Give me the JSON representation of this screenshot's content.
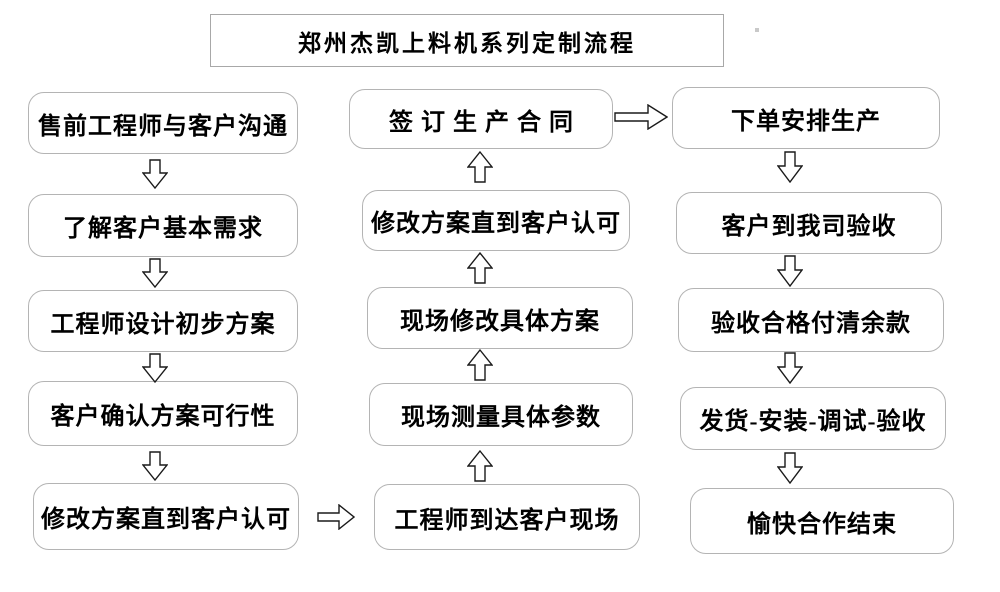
{
  "title": "郑州杰凯上料机系列定制流程",
  "colors": {
    "background": "#ffffff",
    "box_border": "#b4b4b4",
    "title_border": "#a8a8a8",
    "text": "#000000",
    "arrow_outline": "#1a1a1a",
    "arrow_fill": "#ffffff"
  },
  "flow": {
    "left_column": [
      "售前工程师与客户沟通",
      "了解客户基本需求",
      "工程师设计初步方案",
      "客户确认方案可行性",
      "修改方案直到客户认可"
    ],
    "middle_column": [
      "签订生产合同",
      "修改方案直到客户认可",
      "现场修改具体方案",
      "现场测量具体参数",
      "工程师到达客户现场"
    ],
    "right_column": [
      "下单安排生产",
      "客户到我司验收",
      "验收合格付清余款",
      "发货-安装-调试-验收",
      "愉快合作结束"
    ]
  }
}
